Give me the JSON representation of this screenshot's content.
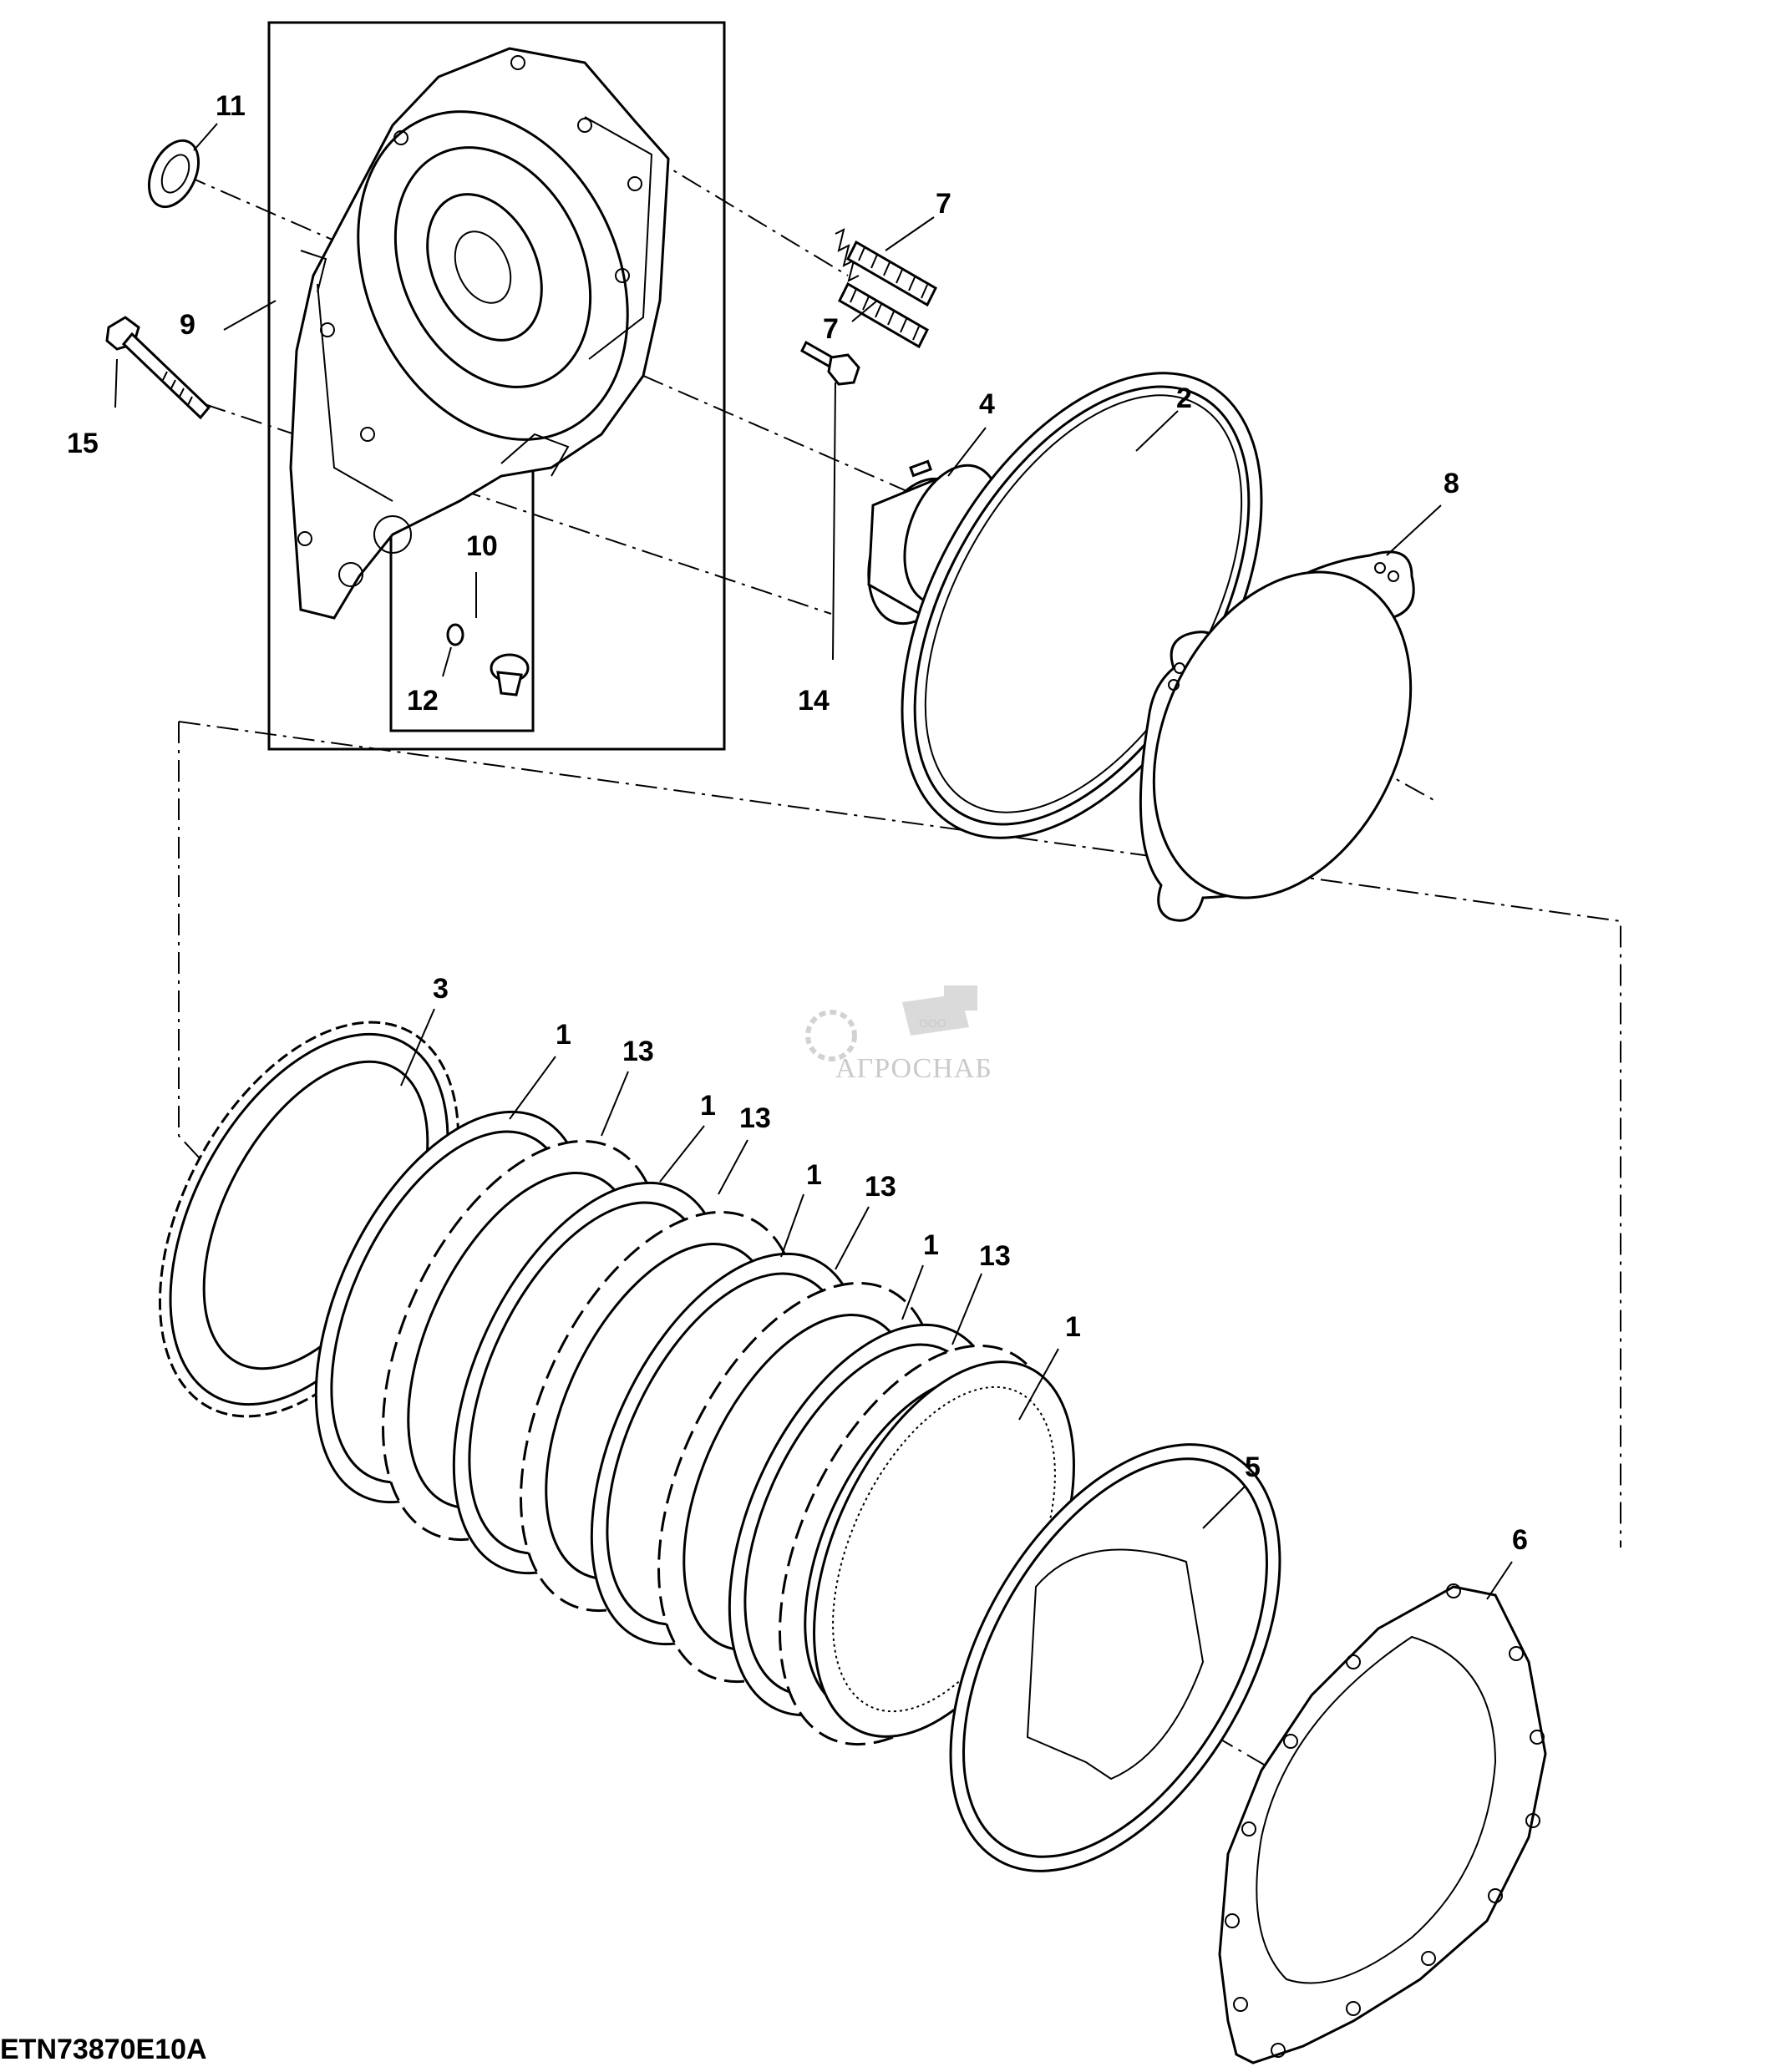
{
  "figure_code": "ETN73870E10A",
  "watermark": {
    "brand": "АГРОСНАБ",
    "prefix": "ООО"
  },
  "callouts": {
    "c1a": "1",
    "c1b": "1",
    "c1c": "1",
    "c1d": "1",
    "c1e": "1",
    "c2": "2",
    "c3": "3",
    "c4": "4",
    "c5": "5",
    "c6": "6",
    "c7a": "7",
    "c7b": "7",
    "c8": "8",
    "c9": "9",
    "c10": "10",
    "c11": "11",
    "c12": "12",
    "c13a": "13",
    "c13b": "13",
    "c13c": "13",
    "c13d": "13",
    "c14": "14",
    "c15": "15"
  }
}
